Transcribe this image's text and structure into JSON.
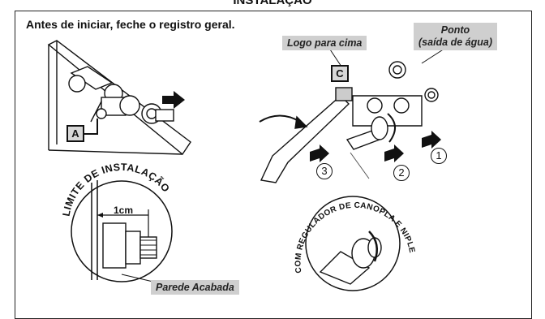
{
  "header": {
    "title": "INSTALAÇÃO"
  },
  "instruction": "Antes de iniciar, feche o registro geral.",
  "labels": {
    "logo": "Logo para cima",
    "ponto_line1": "Ponto",
    "ponto_line2": "(saída de água)",
    "parede": "Parede Acabada",
    "cm": "1cm",
    "limite": "LIMITE DE INSTALAÇÃO",
    "regulador": "COM REGULADOR DE CANOPLA E NIPLE"
  },
  "markers": {
    "a": "A",
    "c": "C"
  },
  "steps": [
    "1",
    "2",
    "3"
  ],
  "colors": {
    "tag_bg": "#cfcfcf",
    "line": "#111111",
    "accent_gray": "#d8d8d8"
  }
}
